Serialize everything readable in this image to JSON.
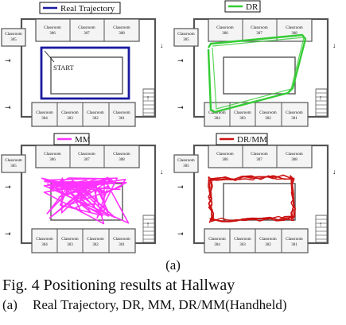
{
  "figure": {
    "panels": [
      {
        "id": "real",
        "legend": "Real Trajectory",
        "legend_color": "#1a1aa0",
        "start_label": "START",
        "rooms_top": [
          "Classroom 306",
          "Classroom 307",
          "Classroom 308"
        ],
        "room_side": "Classroom 305",
        "rooms_bottom": [
          "Classroom 304",
          "Classroom 303",
          "Classroom 302",
          "Classroom 301"
        ]
      },
      {
        "id": "dr",
        "legend": "DR",
        "legend_color": "#33cc33",
        "rooms_top": [
          "Classroom 306",
          "Classroom 307",
          "Classroom 308"
        ],
        "room_side": "Classroom 305",
        "rooms_bottom": [
          "Classroom 304",
          "Classroom 303",
          "Classroom 302",
          "Classroom 301"
        ]
      },
      {
        "id": "mm",
        "legend": "MM",
        "legend_color": "#ff33ff",
        "rooms_top": [
          "Classroom 306",
          "Classroom 307",
          "Classroom 308"
        ],
        "room_side": "Classroom 305",
        "rooms_bottom": [
          "Classroom 304",
          "Classroom 303",
          "Classroom 302",
          "Classroom 301"
        ]
      },
      {
        "id": "drmm",
        "legend": "DR/MM",
        "legend_color": "#cc1111",
        "rooms_top": [
          "Classroom 306",
          "Classroom 307",
          "Classroom 308"
        ],
        "room_side": "Classroom 305",
        "rooms_bottom": [
          "Classroom 304",
          "Classroom 303",
          "Classroom 302",
          "Classroom 301"
        ]
      }
    ],
    "sub_label": "(a)",
    "caption_title": "Fig. 4 Positioning results at Hallway",
    "caption_item_label": "(a)",
    "caption_item_text": "Real Trajectory, DR, MM, DR/MM(Handheld)"
  }
}
